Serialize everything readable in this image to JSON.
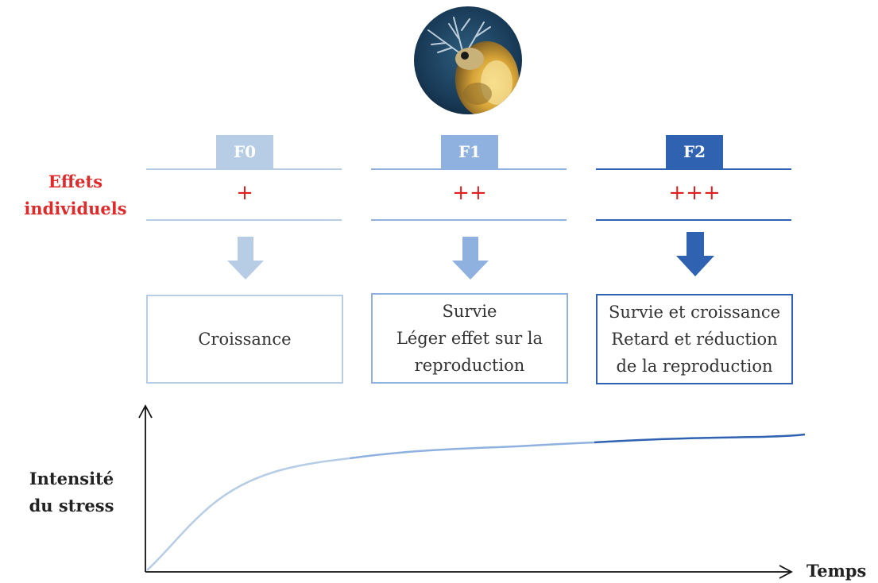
{
  "generations": [
    {
      "label": "F0",
      "effect": "+",
      "box_lines": [
        "Croissance"
      ],
      "color": "#b7cde6"
    },
    {
      "label": "F1",
      "effect": "++",
      "box_lines": [
        "Survie",
        "Léger effet sur la",
        "reproduction"
      ],
      "color": "#8fb1df"
    },
    {
      "label": "F2",
      "effect": "+++",
      "box_lines": [
        "Survie et croissance",
        "Retard et réduction",
        "de la reproduction"
      ],
      "color": "#2f63b2"
    }
  ],
  "side_labels": {
    "effects_line1": "Effets",
    "effects_line2": "individuels",
    "stress_line1": "Intensité",
    "stress_line2": "du stress"
  },
  "axis": {
    "x_label": "Temps"
  },
  "colors": {
    "effect_red": "#e02020",
    "label_red": "#e02a2a"
  },
  "icons": {
    "photo": "daphnia-photo",
    "arrow": "down-arrow-icon"
  }
}
